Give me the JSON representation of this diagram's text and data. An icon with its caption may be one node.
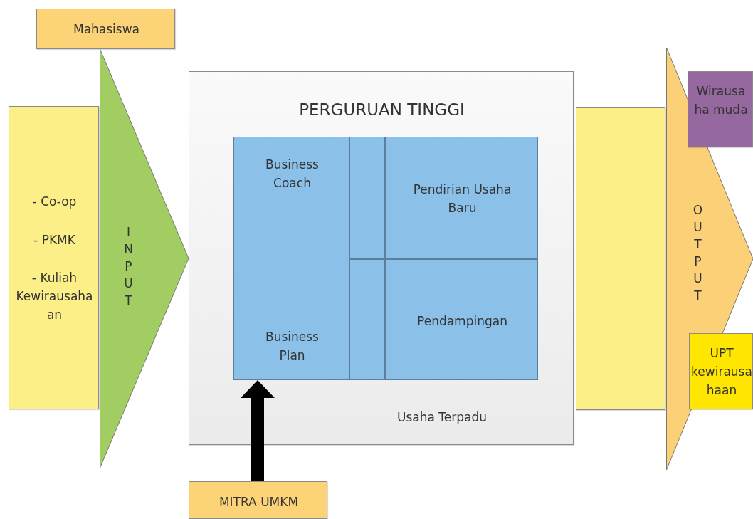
{
  "diagram": {
    "nodes": [
      {
        "text": [
          "Mahasiswa"
        ]
      },
      {
        "text": [
          "- Co-op",
          "- PKMK",
          "- Kuliah Kewirausahaan"
        ]
      },
      {
        "text": [
          "INPUT"
        ]
      },
      {
        "text": [
          "PERGURUAN TINGGI",
          "Usaha Terpadu"
        ]
      },
      {
        "text": [
          "Business Coach",
          "Business Plan"
        ],
        "in": 3
      },
      {
        "text": [],
        "shape": "box",
        "in": 3
      },
      {
        "text": [
          "Pendirian Usaha Baru"
        ],
        "in": 3
      },
      {
        "text": [],
        "shape": "box",
        "in": 3
      },
      {
        "text": [
          "Pendampingan"
        ],
        "in": 3
      },
      {
        "text": [
          "MITRA UMKM"
        ]
      },
      {
        "text": [],
        "shape": "box"
      },
      {
        "text": [
          "OUTPUT"
        ]
      },
      {
        "text": [
          "Wirausaha muda"
        ]
      },
      {
        "text": [
          "UPT kewirausahaan"
        ]
      }
    ],
    "edges": [
      {
        "from": 9,
        "to": 4,
        "arrow": "to"
      }
    ]
  }
}
